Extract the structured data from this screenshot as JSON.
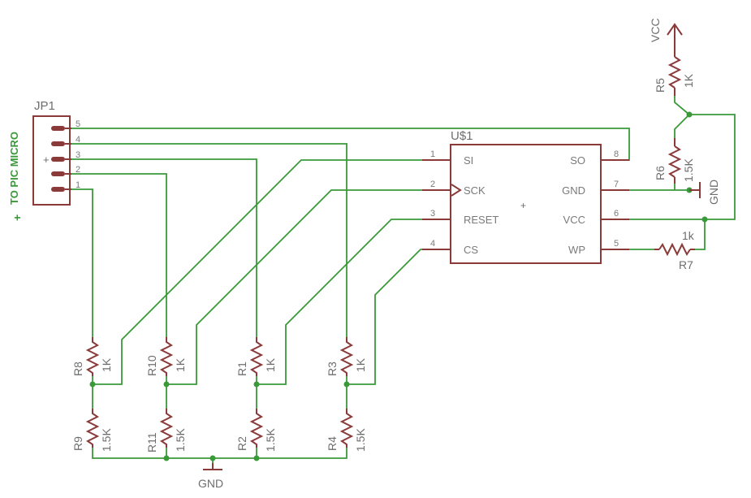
{
  "connector": {
    "name": "JP1",
    "label": "TO PIC MICRO",
    "plus": "+",
    "pins": [
      "5",
      "4",
      "3",
      "2",
      "1"
    ]
  },
  "chip": {
    "name": "U$1",
    "left_pins": [
      {
        "num": "1",
        "sig": "SI"
      },
      {
        "num": "2",
        "sig": "SCK"
      },
      {
        "num": "3",
        "sig": "RESET"
      },
      {
        "num": "4",
        "sig": "CS"
      }
    ],
    "right_pins": [
      {
        "num": "8",
        "sig": "SO"
      },
      {
        "num": "7",
        "sig": "GND"
      },
      {
        "num": "6",
        "sig": "VCC"
      },
      {
        "num": "5",
        "sig": "WP"
      }
    ],
    "center_mark": "+"
  },
  "power": {
    "vcc": "VCC",
    "gnd_right": "GND",
    "gnd_bottom": "GND"
  },
  "resistors": {
    "r5": {
      "name": "R5",
      "value": "1K"
    },
    "r6": {
      "name": "R6",
      "value": "1.5K"
    },
    "r7": {
      "name": "R7",
      "value": "1k"
    },
    "r8": {
      "name": "R8",
      "value": "1K"
    },
    "r9": {
      "name": "R9",
      "value": "1.5K"
    },
    "r10": {
      "name": "R10",
      "value": "1K"
    },
    "r11": {
      "name": "R11",
      "value": "1.5K"
    },
    "r1": {
      "name": "R1",
      "value": "1K"
    },
    "r2": {
      "name": "R2",
      "value": "1.5K"
    },
    "r3": {
      "name": "R3",
      "value": "1K"
    },
    "r4": {
      "name": "R4",
      "value": "1.5K"
    }
  },
  "colors": {
    "wire": "#3a9a3a",
    "part": "#8b3a3a",
    "text": "#6e6e6e"
  }
}
